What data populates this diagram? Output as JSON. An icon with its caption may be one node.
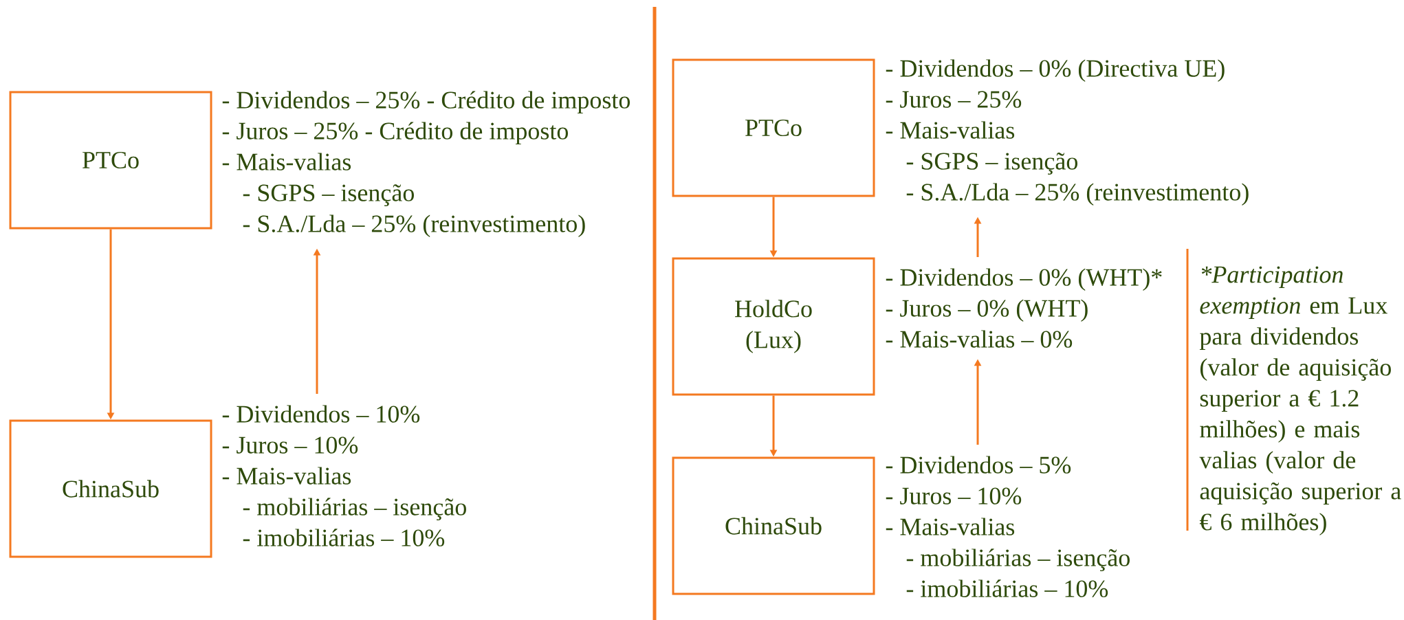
{
  "diagram": {
    "nodes": [
      {
        "text": [
          "PTCo"
        ]
      },
      {
        "text": [
          "- Dividendos – 25% - Crédito de imposto",
          "- Juros – 25% - Crédito de imposto",
          "- Mais-valias",
          "- SGPS – isenção",
          "- S.A./Lda – 25% (reinvestimento)"
        ]
      },
      {
        "text": [
          "ChinaSub"
        ]
      },
      {
        "text": [
          "- Dividendos – 10%",
          "- Juros – 10%",
          "- Mais-valias",
          "- mobiliárias – isenção",
          "- imobiliárias – 10%"
        ]
      },
      {
        "text": [
          "PTCo"
        ]
      },
      {
        "text": [
          "- Dividendos – 0% (Directiva UE)",
          "- Juros – 25%",
          "- Mais-valias",
          "- SGPS – isenção",
          "- S.A./Lda  – 25% (reinvestimento)"
        ]
      },
      {
        "text": [
          "HoldCo (Lux)"
        ]
      },
      {
        "text": [
          "- Dividendos – 0% (WHT)*",
          "- Juros – 0% (WHT)",
          "- Mais-valias – 0%"
        ]
      },
      {
        "text": [
          "ChinaSub"
        ]
      },
      {
        "text": [
          "- Dividendos – 5%",
          "- Juros – 10%",
          "- Mais-valias",
          "- mobiliárias – isenção",
          "- imobiliárias – 10%"
        ]
      }
    ],
    "edges": [
      {
        "from": 0,
        "to": 2,
        "arrow": "to"
      },
      {
        "from": 3,
        "to": 1,
        "arrow": "to"
      },
      {
        "from": 4,
        "to": 6,
        "arrow": "to"
      },
      {
        "from": 6,
        "to": 8,
        "arrow": "to"
      },
      {
        "from": 7,
        "to": 5,
        "arrow": "to"
      },
      {
        "from": 9,
        "to": 7,
        "arrow": "to"
      }
    ],
    "labels": [
      "*Participation exemption",
      "em Lux para dividendos (valor de aquisição superior a € 1.2 milhões) e mais valias (valor de aquisição superior a € 6 milhões)"
    ]
  }
}
